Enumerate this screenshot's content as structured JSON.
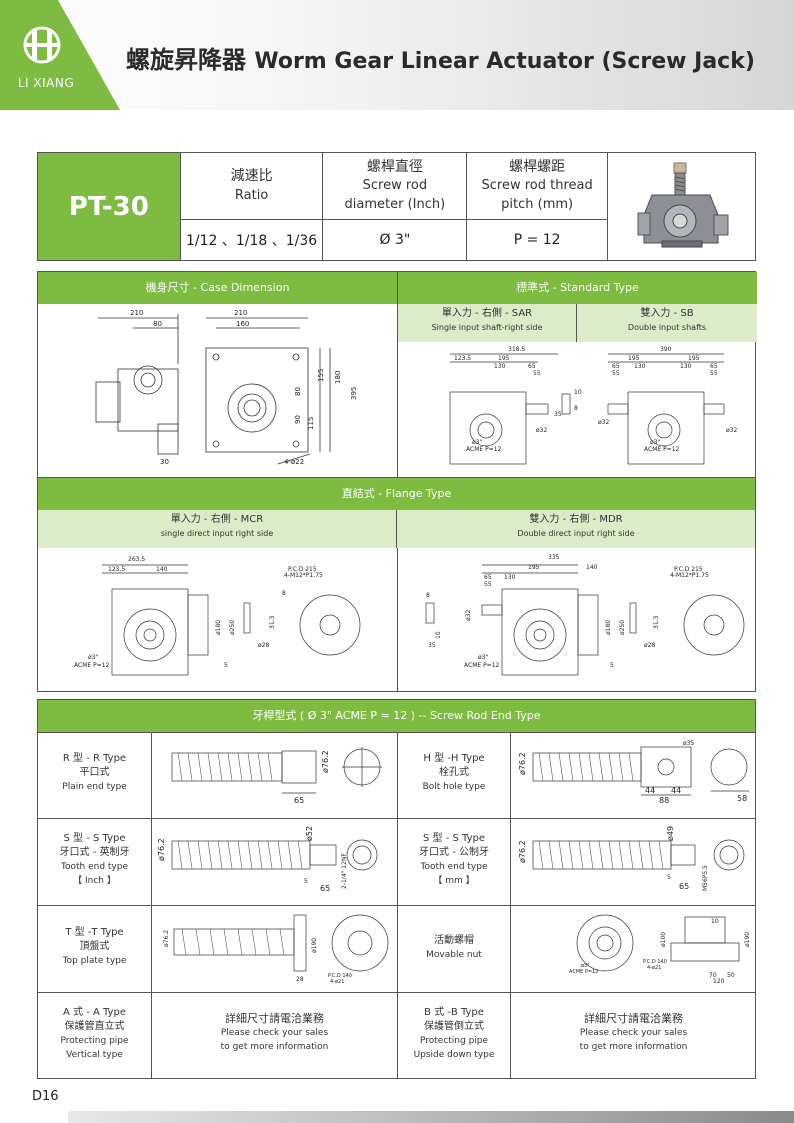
{
  "brand": {
    "name": "LI XIANG"
  },
  "header": {
    "title_zh": "螺旋昇降器",
    "title_en": "Worm Gear Linear Actuator (Screw Jack)"
  },
  "spec": {
    "model": "PT-30",
    "headers": [
      {
        "zh": "減速比",
        "en": "Ratio"
      },
      {
        "zh": "螺桿直徑",
        "en1": "Screw rod",
        "en2": "diameter (Inch)"
      },
      {
        "zh": "螺桿螺距",
        "en1": "Screw rod thread",
        "en2": "pitch (mm)"
      }
    ],
    "values": {
      "ratio": "1/12 、1/18 、1/36",
      "diameter": "Ø 3\"",
      "pitch": "P = 12"
    }
  },
  "case_dimension": {
    "title": "機身尺寸 - Case Dimension",
    "dims": {
      "d210a": "210",
      "d80": "80",
      "d210b": "210",
      "d160": "160",
      "d155": "155",
      "d180": "180",
      "d80b": "80",
      "d395": "395",
      "d90": "90",
      "d115": "115",
      "d30": "30",
      "holes": "4-ø22"
    }
  },
  "standard_type": {
    "title": "標準式 - Standard Type",
    "sar": {
      "zh": "單入力 - 右側 - SAR",
      "en": "Single input shaft-right side",
      "dims": {
        "a": "318.5",
        "b": "123.5",
        "c": "195",
        "d": "130",
        "e": "65",
        "f": "55",
        "g": "10",
        "h": "8",
        "i": "35",
        "j": "ø32",
        "k": "ø3\"",
        "l": "ACME P=12"
      }
    },
    "sb": {
      "zh": "雙入力 - SB",
      "en": "Double input shafts",
      "dims": {
        "a": "390",
        "b": "195",
        "c": "195",
        "d": "65",
        "e": "130",
        "f": "130",
        "g": "65",
        "h": "55",
        "i": "55",
        "j": "ø32",
        "k": "ø32",
        "l": "ø3\"",
        "m": "ACME P=12"
      }
    }
  },
  "flange_type": {
    "title": "直結式 - Flange Type",
    "mcr": {
      "zh": "單入力 - 右側 - MCR",
      "en": "single direct input right side",
      "dims": {
        "a": "263.5",
        "b": "123.5",
        "c": "140",
        "pcd": "P.C.D 215",
        "bolts": "4-M12*P1.75",
        "d180": "ø180",
        "d250": "ø250",
        "d31": "31.3",
        "d28": "ø28",
        "d5": "5",
        "d8": "8",
        "k": "ø3\"",
        "l": "ACME P=12"
      }
    },
    "mdr": {
      "zh": "雙入力 - 右側 - MDR",
      "en": "Double direct input right side",
      "dims": {
        "a": "335",
        "b": "195",
        "c": "140",
        "d": "65",
        "e": "130",
        "f": "55",
        "pcd": "P.C.D 215",
        "bolts": "4-M12*P1.75",
        "d180": "ø180",
        "d250": "ø250",
        "d31": "31.3",
        "d28": "ø28",
        "d32": "ø32",
        "d10": "10",
        "d35": "35",
        "d8": "8",
        "d5": "5",
        "k": "ø3\"",
        "l": "ACME P=12"
      }
    }
  },
  "screw_end": {
    "title": "牙桿型式 ( Ø 3\" ACME P = 12 ) -- Screw Rod End Type",
    "r": {
      "l1": "R 型 - R Type",
      "l2": "平口式",
      "l3": "Plain end type",
      "dims": {
        "d": "ø76.2",
        "len": "65"
      }
    },
    "h": {
      "l1": "H 型 -H Type",
      "l2": "栓孔式",
      "l3": "Bolt hole type",
      "dims": {
        "d": "ø76.2",
        "hole": "ø35",
        "a": "44",
        "b": "44",
        "c": "88",
        "e": "58"
      }
    },
    "s_inch": {
      "l1": "S 型 - S Type",
      "l2": "牙口式 - 英制牙",
      "l3": "Tooth end type",
      "l4": "【 Inch 】",
      "dims": {
        "d": "ø76.2",
        "d2": "ø52",
        "t": "2-1/4\" 12NF",
        "len": "65",
        "s": "5"
      }
    },
    "s_mm": {
      "l1": "S 型 - S Type",
      "l2": "牙口式 - 公制牙",
      "l3": "Tooth end type",
      "l4": "【 mm 】",
      "dims": {
        "d": "ø76.2",
        "d2": "ø49",
        "t": "M56P5.5",
        "len": "65",
        "s": "5"
      }
    },
    "t": {
      "l1": "T 型 -T Type",
      "l2": "頂盤式",
      "l3": "Top plate type",
      "dims": {
        "d": "ø76.2",
        "d2": "ø190",
        "w": "28",
        "pcd": "P.C.D 140",
        "bolts": "4-ø21"
      }
    },
    "movable": {
      "l1": "活動螺帽",
      "l2": "Movable nut",
      "dims": {
        "pcd": "P.C.D 140",
        "bolts": "4-ø21",
        "d100": "ø100",
        "d190": "ø190",
        "a": "70",
        "b": "50",
        "c": "120",
        "h": "10",
        "k": "ø3\"",
        "l": "ACME P=12"
      }
    },
    "a": {
      "l1": "A 式 - A Type",
      "l2": "保護管直立式",
      "l3": "Protecting pipe",
      "l4": "Vertical type",
      "note1": "詳細尺寸請電洽業務",
      "note2": "Please check your sales",
      "note3": "to get more information"
    },
    "b": {
      "l1": "B 式 -B Type",
      "l2": "保護管倒立式",
      "l3": "Protecting pipe",
      "l4": "Upside down type",
      "note1": "詳細尺寸請電洽業務",
      "note2": "Please check your sales",
      "note3": "to get more information"
    }
  },
  "footer": {
    "page": "D16"
  },
  "colors": {
    "accent": "#7dbb41",
    "accent_light": "#dcebc8"
  }
}
